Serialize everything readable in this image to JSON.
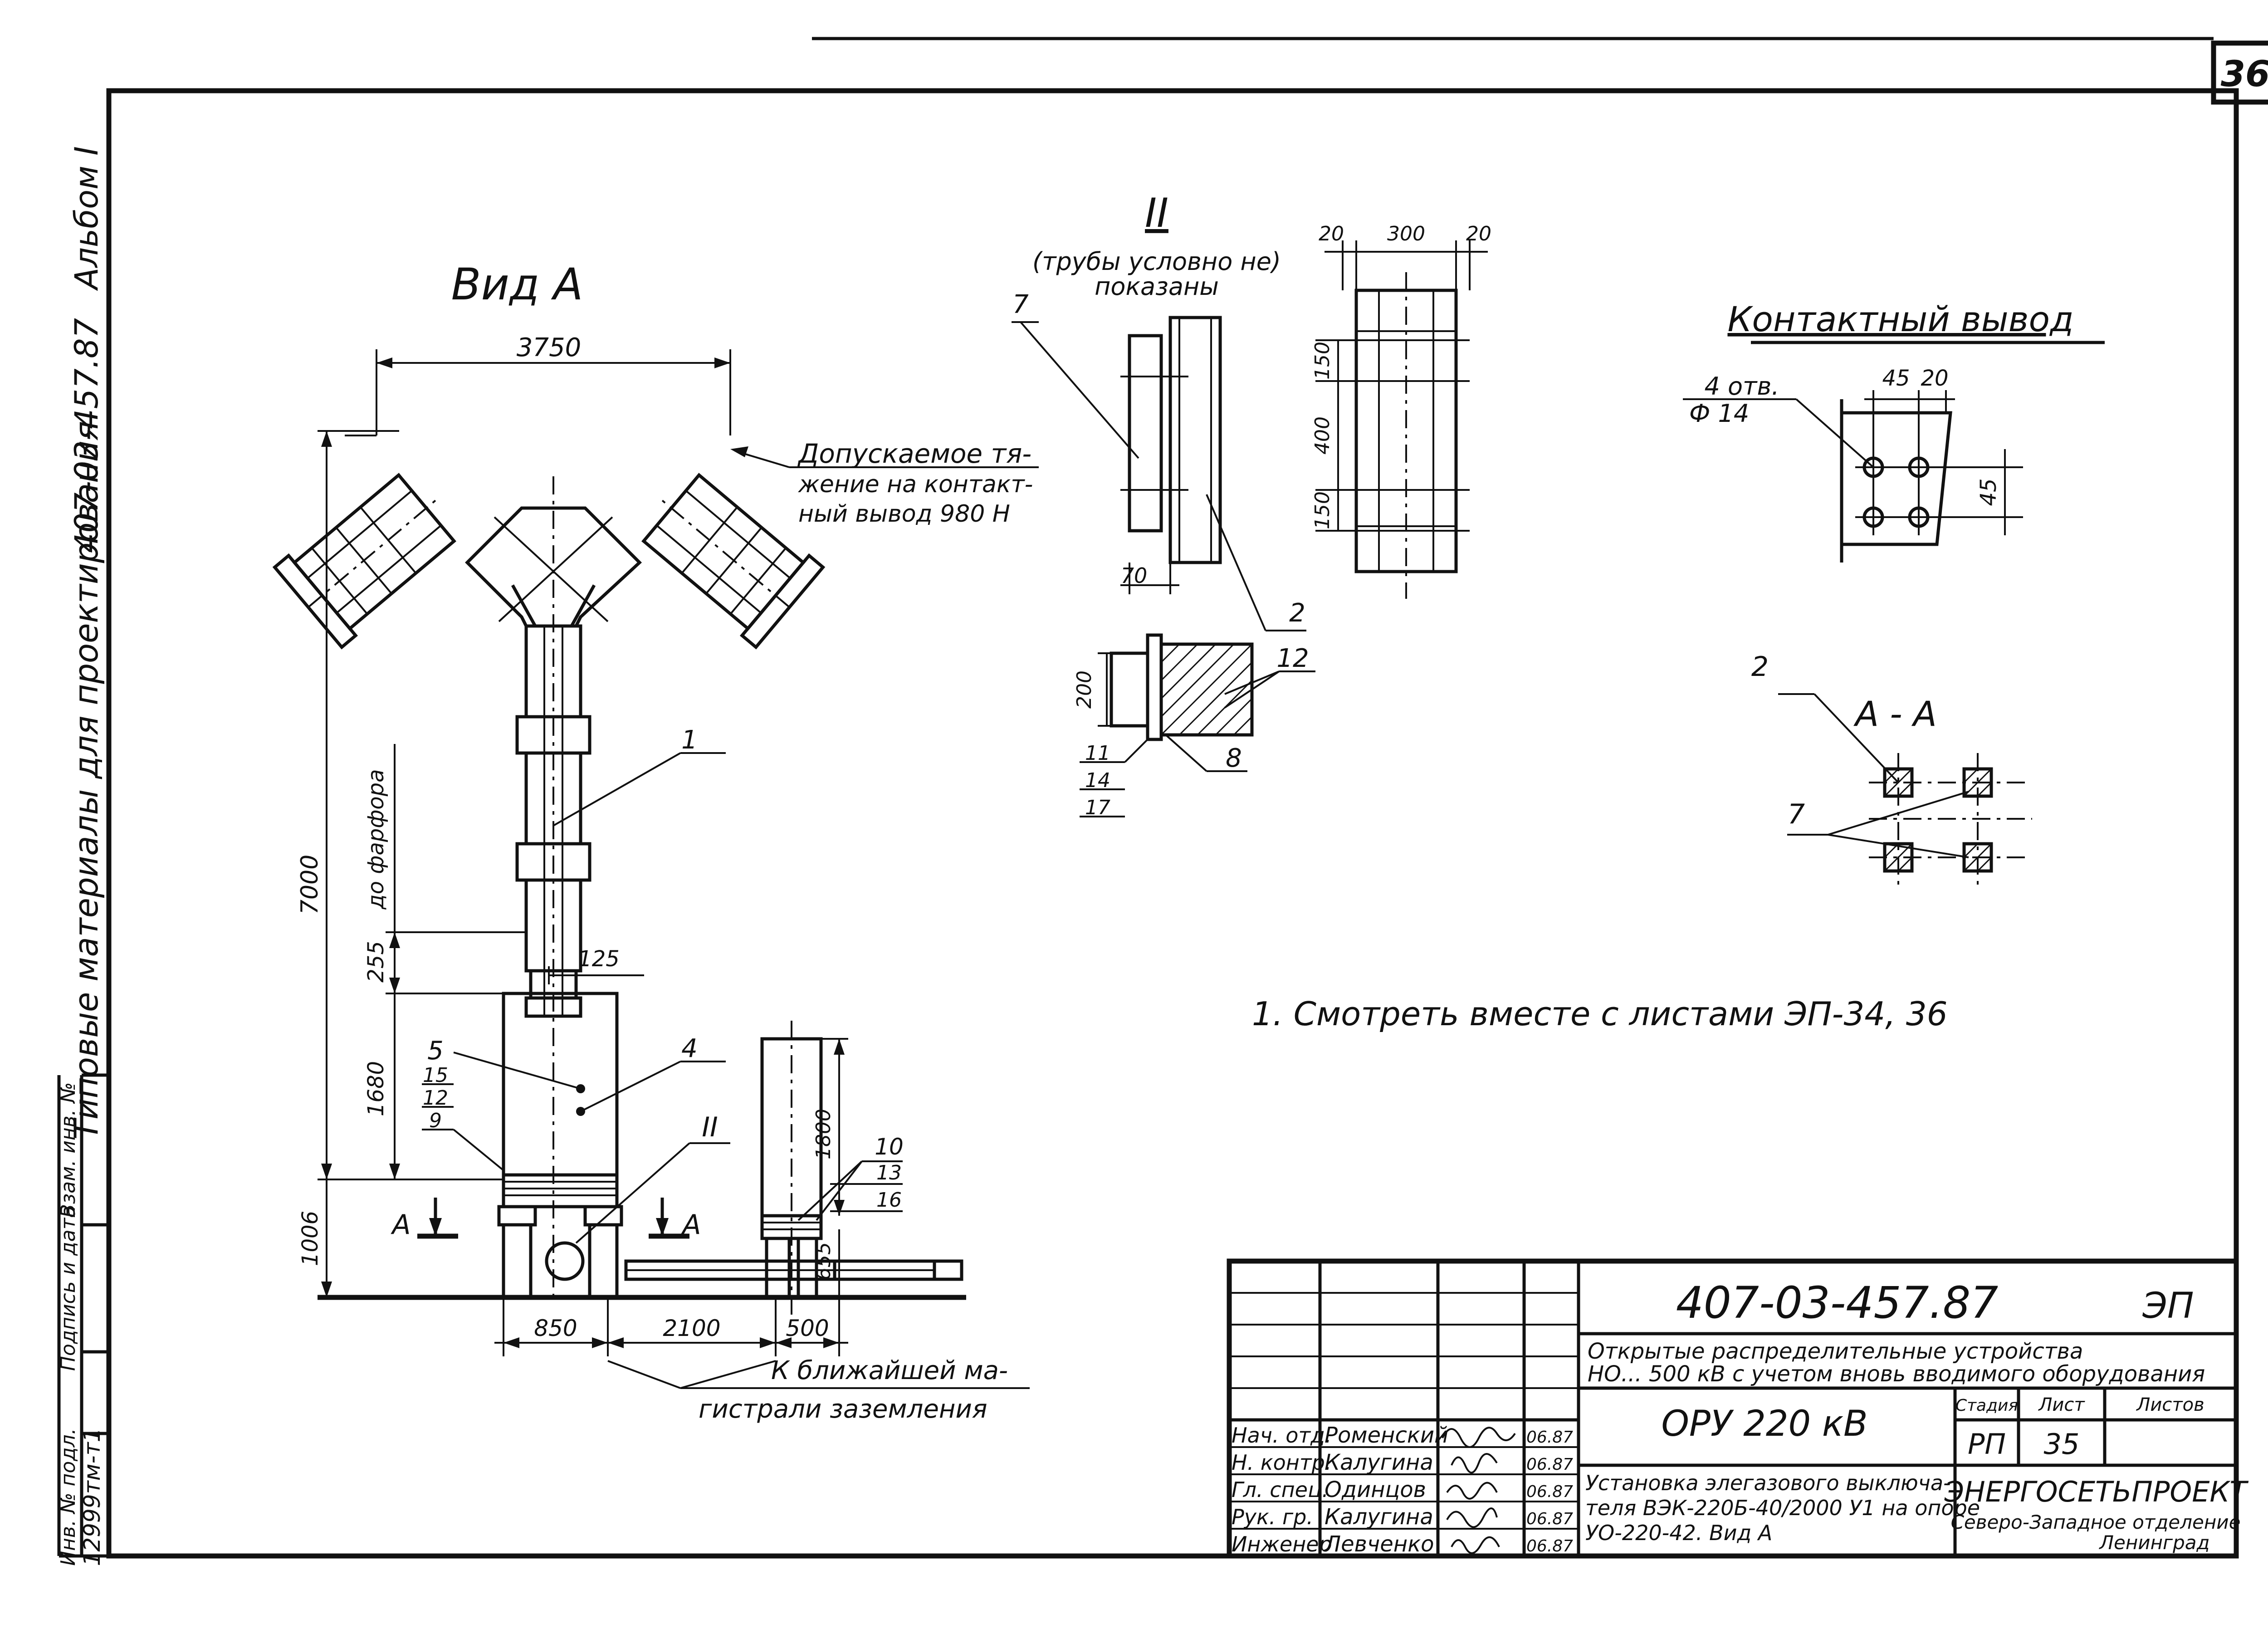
{
  "sheet": {
    "page_number": "36",
    "album": "Альбом I",
    "series_side": "407-03-457.87",
    "side_title": "Типовые материалы для проектирования",
    "side_fields": [
      "Инв. № подл.",
      "Подпись и дата",
      "Взам. инв. №"
    ],
    "inventory_no": "12999тм-т1"
  },
  "view_a": {
    "title": "Вид А",
    "dim_width": "3750",
    "dim_height_total": "7000",
    "dim_to_porcelain": "до фарфора",
    "dim_255": "255",
    "dim_125": "125",
    "dim_1680": "1680",
    "dim_1006": "1006",
    "dim_1800": "1800",
    "dim_655": "655",
    "dim_850": "850",
    "dim_2100": "2100",
    "dim_500": "500",
    "section_mark": "А",
    "detail_mark": "II",
    "tension_note": [
      "Допускаемое тя-",
      "жение на контакт-",
      "ный вывод 980 Н"
    ],
    "grounding_note": [
      "К ближайшей  ма-",
      "гистрали заземления"
    ],
    "callouts": {
      "c1": "1",
      "c4": "4",
      "c5": "5",
      "c15": "15",
      "c12": "12",
      "c9": "9",
      "c10": "10",
      "c13": "13",
      "c16": "16"
    }
  },
  "detail_ii": {
    "title": "II",
    "subtitle": [
      "(трубы условно не)",
      "показаны"
    ],
    "dim_70": "70",
    "dim_200": "200",
    "dims_top": [
      "20",
      "300",
      "20"
    ],
    "dims_side": [
      "150",
      "400",
      "150"
    ],
    "callouts": [
      "7",
      "2",
      "12",
      "8",
      "11",
      "14",
      "17"
    ]
  },
  "contact": {
    "title": "Контактный вывод",
    "holes": "4 отв.",
    "hole_dia": "Ф 14",
    "dim_45a": "45",
    "dim_20": "20",
    "dim_45b": "45"
  },
  "section_aa": {
    "title": "А - А",
    "callout_2": "2",
    "callout_7": "7"
  },
  "note": "1. Смотреть  вместе  с   листами  ЭП-34, 36",
  "title_block": {
    "doc_code": "407-03-457.87",
    "doc_mark": "ЭП",
    "project_line1": "Открытые  распределительные   устройства",
    "project_line2": "НО... 500 кВ с учетом вновь вводимого  оборудования",
    "object": "ОРУ  220 кВ",
    "sheet_title_1": "Установка элегазового выключа-",
    "sheet_title_2": "теля ВЭК-220Б-40/2000 У1  на опоре",
    "sheet_title_3": "УО-220-42. Вид А",
    "stage_header": "Стадия",
    "sheet_header": "Лист",
    "sheets_header": "Листов",
    "stage": "РП",
    "sheet_no": "35",
    "org_name": "ЭНЕРГОСЕТЬПРОЕКТ",
    "org_branch": "Северо-Западное отделение",
    "org_city": "Ленинград",
    "staff": [
      {
        "role": "Нач. отд.",
        "name": "Роменский",
        "date": "06.87"
      },
      {
        "role": "Н. контр.",
        "name": "Калугина",
        "date": "06.87"
      },
      {
        "role": "Гл. спец.",
        "name": "Одинцов",
        "date": "06.87"
      },
      {
        "role": "Рук. гр.",
        "name": "Калугина",
        "date": "06.87"
      },
      {
        "role": "Инженер",
        "name": "Левченко",
        "date": "06.87"
      }
    ]
  }
}
